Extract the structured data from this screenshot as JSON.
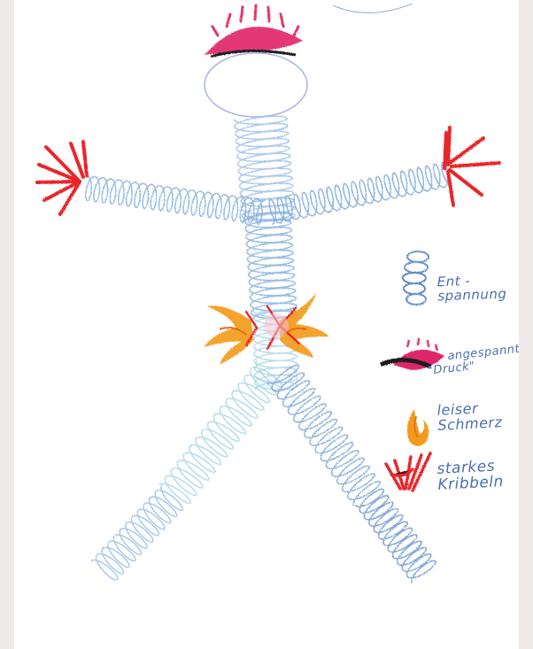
{
  "legend": {
    "items": [
      {
        "key": "relaxation",
        "line1": "Ent -",
        "line2": "spannung"
      },
      {
        "key": "pressure",
        "line1": "angespannt",
        "line2": "\"Druck\""
      },
      {
        "key": "pain",
        "line1": "leiser",
        "line2": "Schmerz"
      },
      {
        "key": "tingling",
        "line1": "starkes",
        "line2": "Kribbeln"
      }
    ]
  },
  "colors": {
    "relaxation": "#7fa7d8",
    "pressure": "#e0286a",
    "pain": "#f39a1a",
    "tingling": "#e8282a",
    "text": "#4a6fb5"
  }
}
